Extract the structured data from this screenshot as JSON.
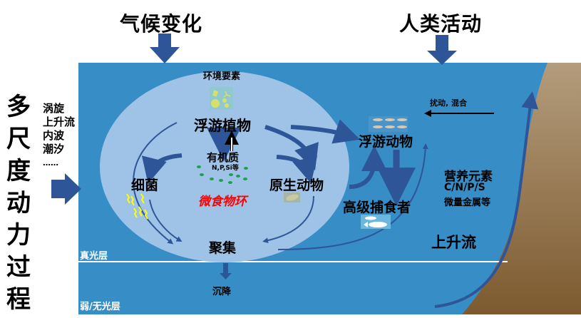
{
  "titles": {
    "climate_change": "气候变化",
    "human_activity": "人类活动"
  },
  "left_panel": {
    "main_label_chars": [
      "多",
      "尺",
      "度",
      "动",
      "力",
      "过",
      "程"
    ],
    "processes": [
      "涡旋",
      "上升流",
      "内波",
      "潮汐",
      "……"
    ]
  },
  "ocean": {
    "environment_factors": "环境要素",
    "euphotic_layer": "真光层",
    "aphotic_layer": "弱/无光层",
    "sinking": "沉降",
    "upwelling": "上升流",
    "disturbance_mixing": "扰动, 混合",
    "nutrients": {
      "title": "营养元素",
      "line1": "C/N/P/S",
      "line2": "微量金属等"
    }
  },
  "microbial_loop": {
    "phytoplankton": "浮游植物",
    "organic_matter": "有机质",
    "nutrients_short": "N,P,Si等",
    "bacteria": "细菌",
    "protozoa": "原生动物",
    "loop_label": "微食物环",
    "aggregation": "聚集"
  },
  "food_web": {
    "zooplankton": "浮游动物",
    "top_predators": "高级捕食者"
  },
  "colors": {
    "ocean": "#378dc5",
    "loop_ellipse": "#9ec3e6",
    "arrow": "#2e5597",
    "sediment_light": "#b39c7c",
    "sediment_dark": "#7d5a2f",
    "loop_label": "#ff0000"
  }
}
